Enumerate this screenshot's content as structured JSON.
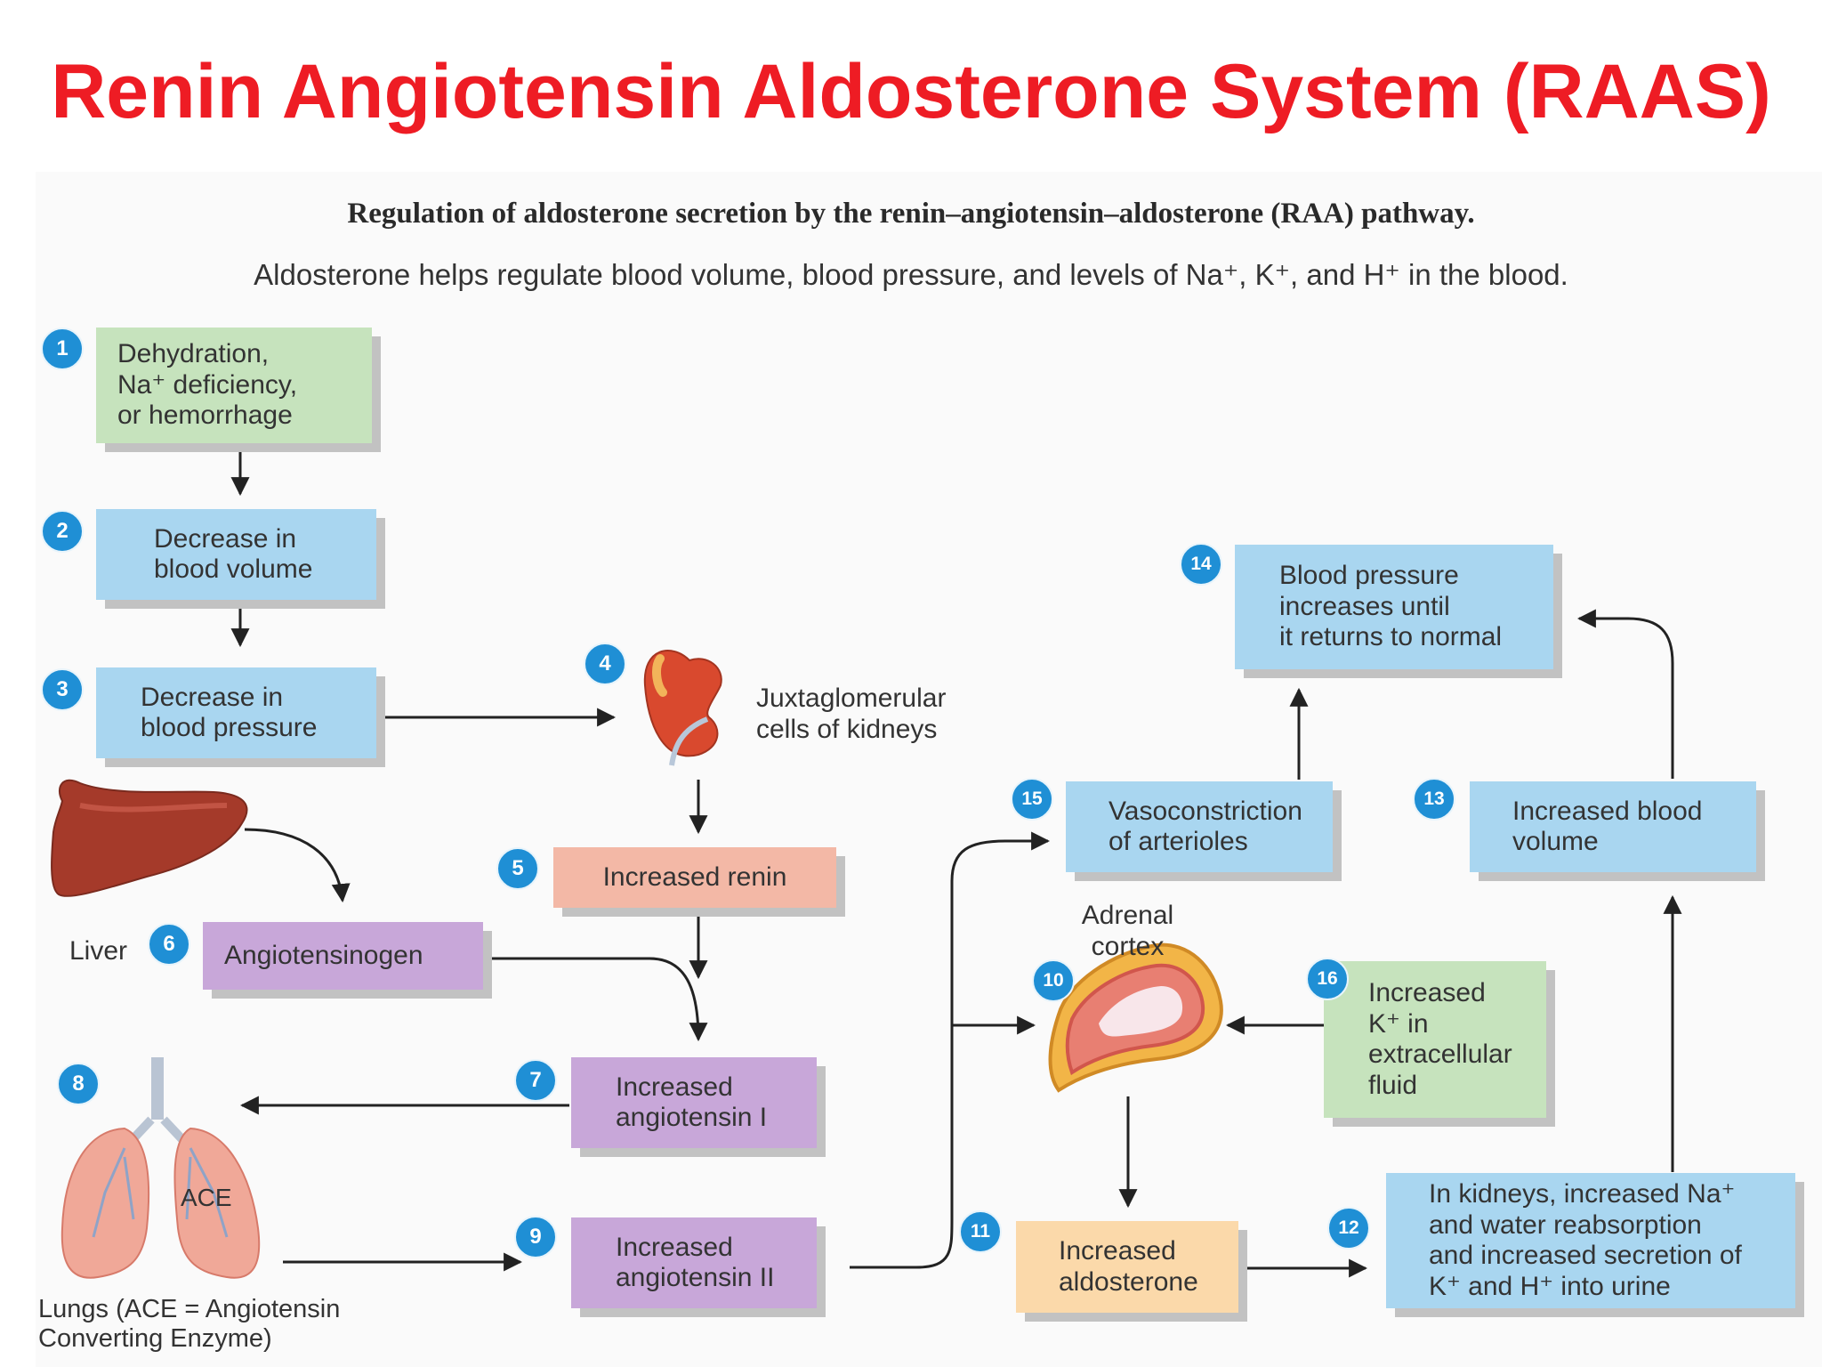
{
  "title": "Renin Angiotensin Aldosterone System (RAAS)",
  "figure": {
    "heading": "Regulation of aldosterone secretion by the renin–angiotensin–aldosterone (RAA) pathway.",
    "subheading": "Aldosterone helps regulate blood volume, blood pressure, and levels of Na⁺, K⁺, and H⁺ in the blood."
  },
  "steps": [
    {
      "n": "1",
      "text": "Dehydration,\nNa⁺ deficiency,\nor hemorrhage",
      "color": "#c6e3bd"
    },
    {
      "n": "2",
      "text": "Decrease in\nblood volume",
      "color": "#a9d6f0"
    },
    {
      "n": "3",
      "text": "Decrease in\nblood pressure",
      "color": "#a9d6f0"
    },
    {
      "n": "4",
      "text": "Juxtaglomerular\ncells of kidneys"
    },
    {
      "n": "5",
      "text": "Increased renin",
      "color": "#f3b8a6"
    },
    {
      "n": "6",
      "text": "Angiotensinogen",
      "color": "#c8a7d9"
    },
    {
      "n": "7",
      "text": "Increased\nangiotensin I",
      "color": "#c8a7d9"
    },
    {
      "n": "8"
    },
    {
      "n": "9",
      "text": "Increased\nangiotensin II",
      "color": "#c8a7d9"
    },
    {
      "n": "10"
    },
    {
      "n": "11",
      "text": "Increased\naldosterone",
      "color": "#fbd9aa"
    },
    {
      "n": "12",
      "text": "In kidneys, increased Na⁺\nand water reabsorption\nand increased secretion of\nK⁺ and H⁺ into urine",
      "color": "#a9d6f0"
    },
    {
      "n": "13",
      "text": "Increased blood\nvolume",
      "color": "#a9d6f0"
    },
    {
      "n": "14",
      "text": "Blood pressure\nincreases until\nit returns to normal",
      "color": "#a9d6f0"
    },
    {
      "n": "15",
      "text": "Vasoconstriction\nof arterioles",
      "color": "#a9d6f0"
    },
    {
      "n": "16",
      "text": "Increased\nK⁺ in\nextracellular\nfluid",
      "color": "#c6e3bd"
    }
  ],
  "labels": {
    "liver": "Liver",
    "adrenal": "Adrenal\ncortex",
    "ace": "ACE",
    "lungs": "Lungs (ACE = Angiotensin\nConverting Enzyme)"
  }
}
